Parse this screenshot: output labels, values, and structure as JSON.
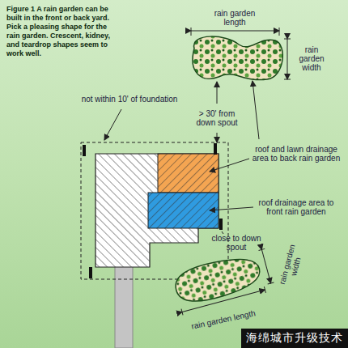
{
  "diagram": {
    "caption": "Figure 1 A rain garden can be built in the front or back yard. Pick a pleasing shape for the rain garden. Crescent, kidney, and teardrop shapes seem to work well.",
    "nodes": [
      {
        "text": [
          "海绵城市升级技术"
        ]
      }
    ],
    "labels": [
      "rain garden length",
      "rain garden width",
      "not within 10' of foundation",
      "> 30' from down spout",
      "roof and lawn drainage area to back rain garden",
      "roof drainage area to front rain garden",
      "close to down spout",
      "rain garden width",
      "rain garden length"
    ]
  }
}
